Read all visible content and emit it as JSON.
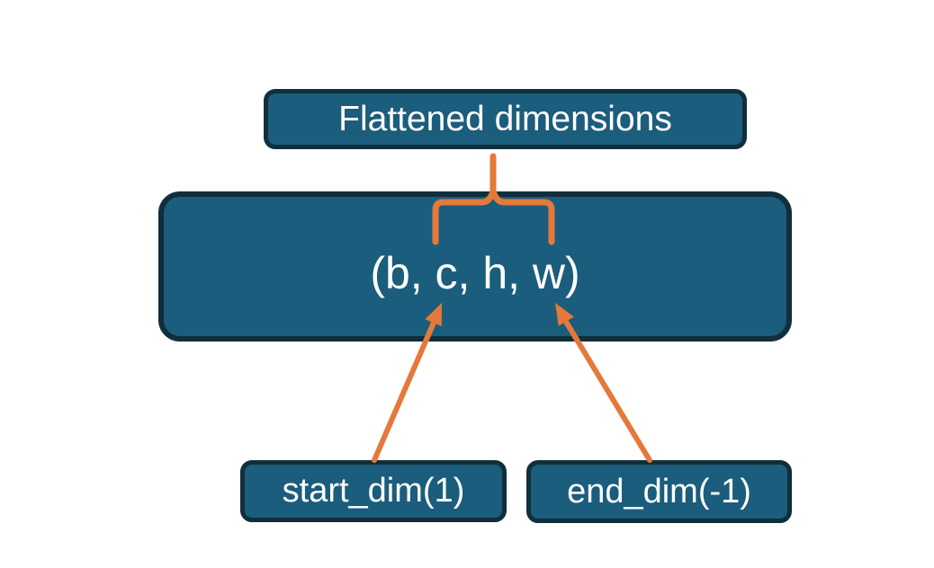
{
  "diagram": {
    "title_box": {
      "label": "Flattened dimensions"
    },
    "tensor_box": {
      "label": "(b, c, h, w)"
    },
    "start_box": {
      "label": "start_dim(1)"
    },
    "end_box": {
      "label": "end_dim(-1)"
    },
    "annotations": {
      "brace": "brace grouping flattened dims (c..w) under the Flattened dimensions box",
      "start_arrow": "arrow from start_dim(1) pointing to dimension c",
      "end_arrow": "arrow from end_dim(-1) pointing to dimension w"
    },
    "colors": {
      "box_fill": "#1b5d7c",
      "box_border": "#112e3c",
      "accent_orange": "#e5793b",
      "text": "#ffffff",
      "background": "#ffffff"
    }
  }
}
